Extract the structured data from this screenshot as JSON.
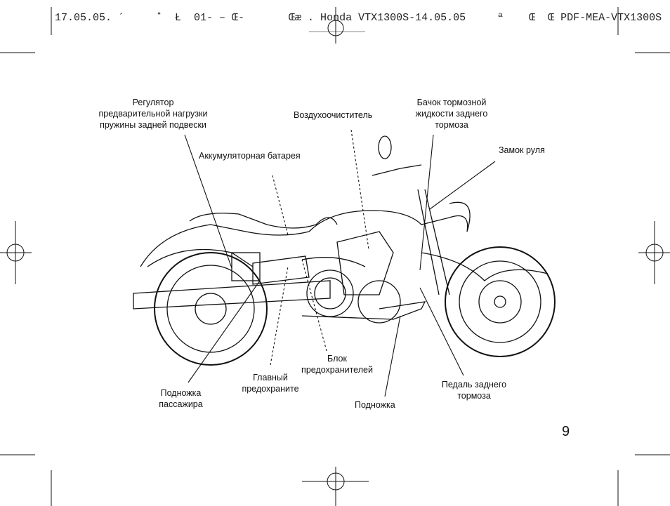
{
  "header": {
    "text": "17.05.05. ´     ˚  Ł  01- – Œ-       Œæ . Honda VTX1300S-14.05.05     ª    Œ  Œ PDF-MEA-VTX1300S"
  },
  "labels": {
    "preload": [
      "Регулятор",
      "предварительной нагрузки",
      "пружины задней подвески"
    ],
    "air_cleaner": "Воздухоочиститель",
    "brake_reservoir": [
      "Бачок тормозной",
      "жидкости заднего",
      "тормоза"
    ],
    "battery": "Аккумуляторная батарея",
    "steering_lock": "Замок руля",
    "fuse_box": [
      "Блок",
      "предохранителей"
    ],
    "main_fuse": [
      "Главный",
      "предохраните"
    ],
    "passenger_footpeg": [
      "Подножка",
      "пассажира"
    ],
    "brake_pedal": [
      "Педаль заднего",
      "тормоза"
    ],
    "side_stand": "Подножка"
  },
  "page_number": "9"
}
